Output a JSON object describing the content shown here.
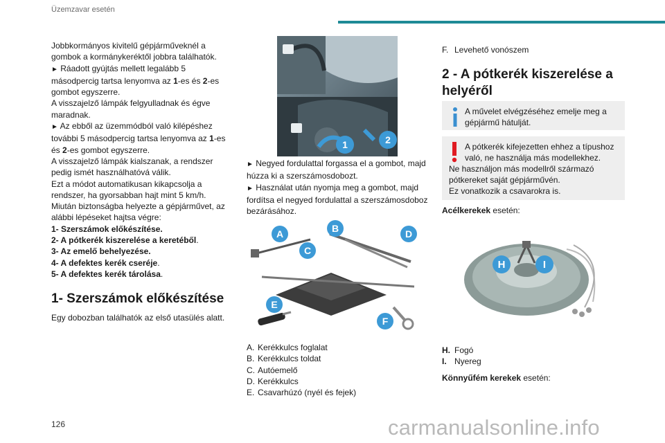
{
  "header": {
    "title": "Üzemzavar esetén"
  },
  "col1": {
    "paragraphs": [
      "Jobbkormányos kivitelű gépjárműveknél a gombok a kormánykeréktől jobbra találhatók.",
      "Ráadott gyújtás mellett legalább 5 másodpercig tartsa lenyomva az ",
      "1",
      "-es és ",
      "2",
      "-es gombot egyszerre.",
      "A visszajelző lámpák felgyulladnak és égve maradnak.",
      "Az ebből az üzemmódból való kilépéshez további 5 másodpercig tartsa lenyomva az ",
      "1",
      "-es és ",
      "2",
      "-es gombot egyszerre.",
      "A visszajelző lámpák kialszanak, a rendszer pedig ismét használhatóvá válik.",
      "Ezt a módot automatikusan kikapcsolja a rendszer, ha gyorsabban hajt mint 5 km/h.",
      "Miután biztonságba helyezte a gépjárművet, az alábbi lépéseket hajtsa végre:"
    ],
    "steps": [
      "1-  Szerszámok előkészítése.",
      "2-  A pótkerék kiszerelése a keretéből",
      "3-  Az emelő behelyezése.",
      "4-  A defektes kerék cseréje",
      "5-  A defektes kerék tárolása"
    ],
    "step_suffix": [
      "",
      ".",
      "",
      ".",
      "."
    ],
    "section_title": "1- Szerszámok előkészítése",
    "section_text": "Egy dobozban találhatók az első utasülés alatt."
  },
  "col2": {
    "arrow_items": [
      "Negyed fordulattal forgassa el a gombot, majd húzza ki a szerszámosdobozt.",
      "Használat után nyomja meg a gombot, majd fordítsa el negyed fordulattal a szerszámosdoboz bezárásához."
    ],
    "figure_labels": [
      "A",
      "B",
      "C",
      "D",
      "E",
      "F"
    ],
    "photo_labels": [
      "1",
      "2"
    ],
    "legend": [
      {
        "k": "A.",
        "v": "Kerékkulcs foglalat"
      },
      {
        "k": "B.",
        "v": "Kerékkulcs toldat"
      },
      {
        "k": "C.",
        "v": "Autóemelő"
      },
      {
        "k": "D.",
        "v": "Kerékkulcs"
      },
      {
        "k": "E.",
        "v": "Csavarhúzó (nyél és fejek)"
      }
    ]
  },
  "col3": {
    "legend_f": {
      "k": "F.",
      "v": "Levehető vonószem"
    },
    "section_title": "2 - A pótkerék kiszerelése a helyéről",
    "info_text": "A művelet elvégzéséhez emelje meg a gépjármű hátulját.",
    "warn_line1": "A pótkerék kifejezetten ehhez a típushoz való, ne használja más modellekhez.",
    "warn_line2": "Ne használjon más modellről származó pótkereket saját gépjárművén.",
    "warn_line3": "Ez vonatkozik a csavarokra is.",
    "steel_bold": "Acélkerekek",
    "steel_rest": " esetén:",
    "wheel_labels": [
      "H",
      "I"
    ],
    "legend": [
      {
        "k": "H.",
        "v": "Fogó"
      },
      {
        "k": "I.",
        "v": "Nyereg"
      }
    ],
    "alloy_bold": "Könnyűfém kerekek",
    "alloy_rest": " esetén:"
  },
  "footer": {
    "page_number": "126",
    "watermark": "carmanualsonline.info"
  },
  "colors": {
    "accent": "#1e8a96",
    "label_blue": "#3d9ad6",
    "warn_red": "#e01b22",
    "info_blue": "#3a8fd0"
  }
}
